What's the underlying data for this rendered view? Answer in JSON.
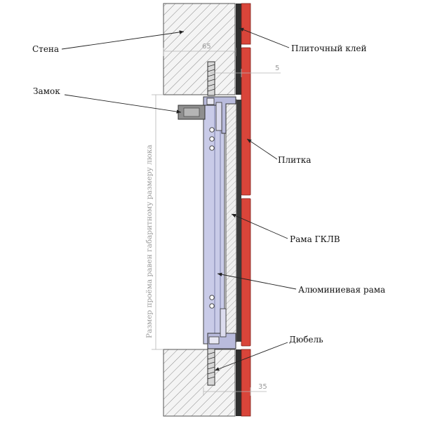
{
  "labels": {
    "wall": "Стена",
    "tile_adhesive": "Плиточный клей",
    "lock": "Замок",
    "tile": "Плитка",
    "gklv_frame": "Рама ГКЛВ",
    "aluminum_frame": "Алюминиевая рама",
    "dowel": "Дюбель"
  },
  "dimensions": {
    "top_width": "65",
    "gap": "5",
    "bottom_width": "35",
    "opening_note": "Размер проёма равен габаритному размеру люка"
  },
  "colors": {
    "tile": "#d9453a",
    "adhesive": "#2e2e2e",
    "aluminum": "#c9cbe8",
    "hatch": "#8a8a8a",
    "dim_line": "#b5b5b5"
  }
}
